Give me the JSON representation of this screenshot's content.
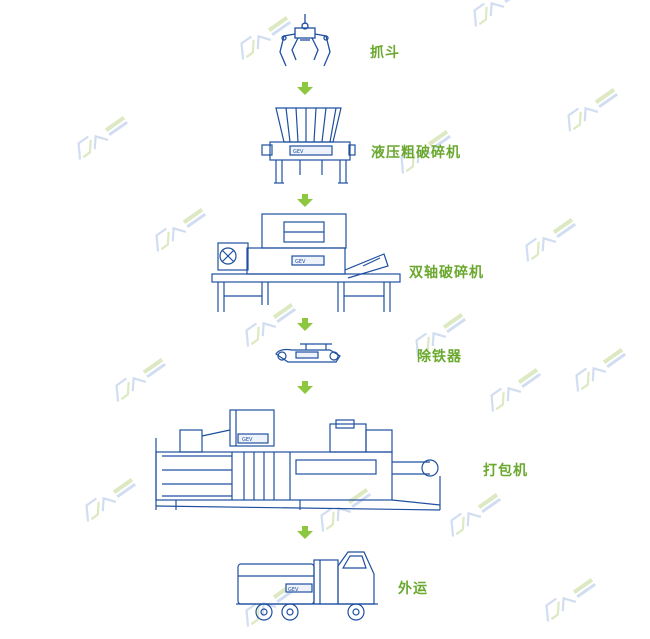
{
  "colors": {
    "line": "#1f4fa0",
    "accent": "#8dc63f",
    "label": "#6aa82e",
    "watermark": "#c9d7ee"
  },
  "steps": [
    {
      "id": "grab",
      "label": "抓斗",
      "icon": "grab-bucket-icon"
    },
    {
      "id": "pre-shredder",
      "label": "液压粗破碎机",
      "icon": "hydraulic-pre-shredder-icon"
    },
    {
      "id": "twin-shaft",
      "label": "双轴破碎机",
      "icon": "twin-shaft-shredder-icon"
    },
    {
      "id": "magnet",
      "label": "除铁器",
      "icon": "magnetic-separator-icon"
    },
    {
      "id": "baler",
      "label": "打包机",
      "icon": "baler-icon"
    },
    {
      "id": "transport",
      "label": "外运",
      "icon": "transport-truck-icon"
    }
  ],
  "watermark": {
    "icon": "company-logo-watermark-icon"
  }
}
